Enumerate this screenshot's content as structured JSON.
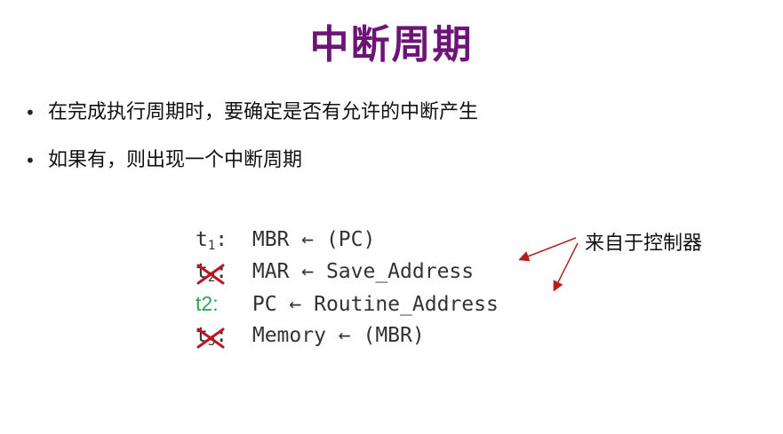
{
  "title": "中断周期",
  "bullets": [
    "在完成执行周期时，要确定是否有允许的中断产生",
    "如果有，则出现一个中断周期"
  ],
  "code": [
    {
      "step": "t",
      "sub": "1",
      "colon": ":",
      "text": "MBR ← (PC)",
      "crossed": false
    },
    {
      "step": "t",
      "sub": "2",
      "colon": ":",
      "text": "MAR ← Save_Address",
      "crossed": true
    },
    {
      "step": "t2",
      "sub": "",
      "colon": ":",
      "text": "PC ← Routine_Address",
      "crossed": false,
      "highlight": true
    },
    {
      "step": "t",
      "sub": "3",
      "colon": ":",
      "text": "Memory ← (MBR)",
      "crossed": true
    }
  ],
  "note": "来自于控制器",
  "colors": {
    "title": "#6e1478",
    "highlight": "#1faa4a",
    "cross": "#c0141e",
    "arrow": "#b41e1e"
  },
  "icons": {
    "bullet": "bullet-dot-icon",
    "cross": "cross-mark-icon",
    "arrow": "arrow-icon"
  }
}
